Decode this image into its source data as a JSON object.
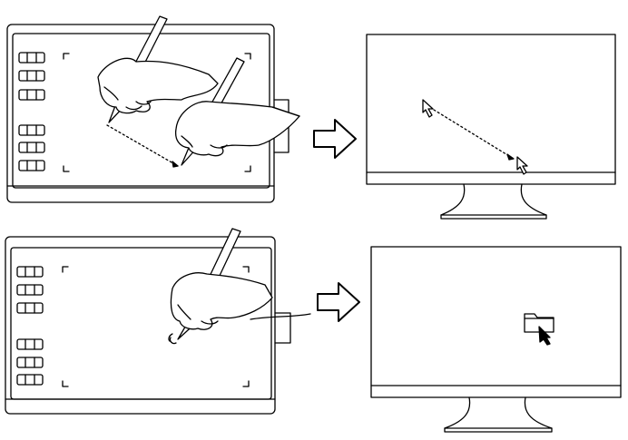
{
  "figure": {
    "panels": [
      {
        "name": "absolute-positioning",
        "tablet": {
          "express_keys": 6,
          "pen_state": "dragging-two-positions"
        },
        "monitor": {
          "content": "pointer-moved-diagonally",
          "icon": "arrow-cursor-icon"
        }
      },
      {
        "name": "click-on-folder",
        "tablet": {
          "express_keys": 6,
          "pen_state": "tapping"
        },
        "monitor": {
          "content": "pointer-over-folder",
          "icon": "folder-icon"
        }
      }
    ],
    "colors": {
      "line": "#000000",
      "background": "#ffffff"
    }
  }
}
